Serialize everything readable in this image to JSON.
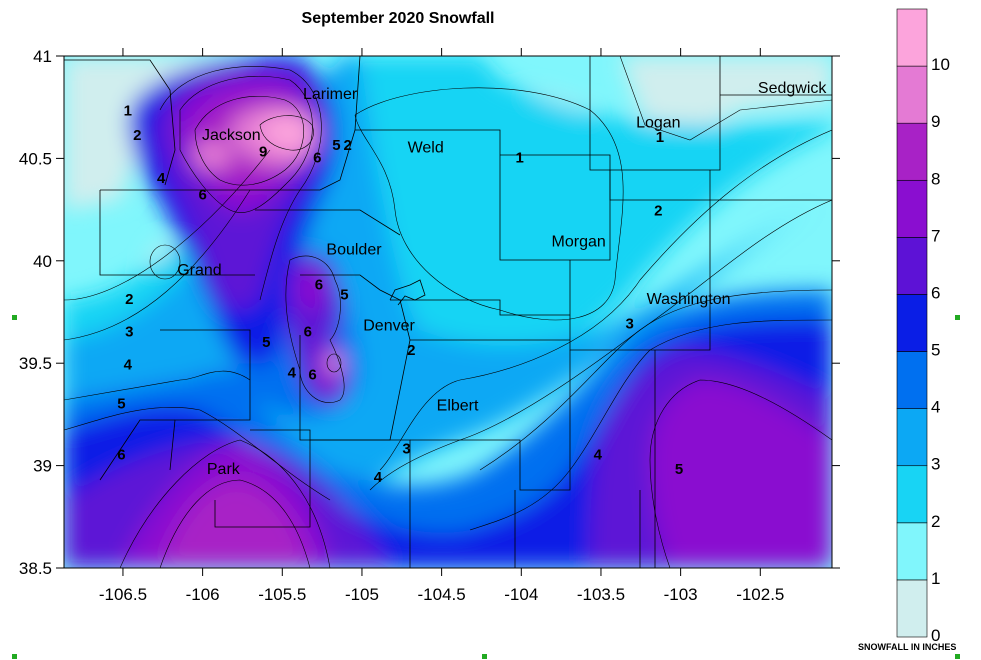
{
  "chart_data": {
    "type": "heatmap",
    "title": "September 2020 Snowfall",
    "xlim": [
      -106.87,
      -102.05
    ],
    "ylim": [
      38.5,
      41.0
    ],
    "x_ticks": [
      "-106.5",
      "-106",
      "-105.5",
      "-105",
      "-104.5",
      "-104",
      "-103.5",
      "-103",
      "-102.5"
    ],
    "x_tick_values": [
      -106.5,
      -106,
      -105.5,
      -105,
      -104.5,
      -104,
      -103.5,
      -103,
      -102.5
    ],
    "y_ticks": [
      "38.5",
      "39",
      "39.5",
      "40",
      "40.5",
      "41"
    ],
    "y_tick_values": [
      38.5,
      39,
      39.5,
      40,
      40.5,
      41
    ],
    "legend": {
      "title": "SNOWFALL IN INCHES",
      "levels": [
        "0",
        "1",
        "2",
        "3",
        "4",
        "5",
        "6",
        "7",
        "8",
        "9",
        "10"
      ],
      "level_values": [
        0,
        1,
        2,
        3,
        4,
        5,
        6,
        7,
        8,
        9,
        10
      ],
      "colors": [
        "#d0eeee",
        "#80f6fc",
        "#18d4f4",
        "#0ca8f4",
        "#0070f0",
        "#0a1ee6",
        "#5d12d6",
        "#8a0ed0",
        "#a822c6",
        "#e47ad4",
        "#fca4dc",
        "#fde2f0"
      ]
    },
    "counties": [
      {
        "name": "Jackson",
        "lon": -105.82,
        "lat": 40.59
      },
      {
        "name": "Larimer",
        "lon": -105.2,
        "lat": 40.79
      },
      {
        "name": "Weld",
        "lon": -104.6,
        "lat": 40.53
      },
      {
        "name": "Logan",
        "lon": -103.14,
        "lat": 40.65
      },
      {
        "name": "Sedgwick",
        "lon": -102.3,
        "lat": 40.82
      },
      {
        "name": "Morgan",
        "lon": -103.64,
        "lat": 40.07
      },
      {
        "name": "Grand",
        "lon": -106.02,
        "lat": 39.93
      },
      {
        "name": "Boulder",
        "lon": -105.05,
        "lat": 40.03
      },
      {
        "name": "Denver",
        "lon": -104.83,
        "lat": 39.66
      },
      {
        "name": "Washington",
        "lon": -102.95,
        "lat": 39.79
      },
      {
        "name": "Elbert",
        "lon": -104.4,
        "lat": 39.27
      },
      {
        "name": "Park",
        "lon": -105.87,
        "lat": 38.96
      }
    ],
    "contour_labels": [
      {
        "text": "1",
        "lon": -106.47,
        "lat": 40.71
      },
      {
        "text": "2",
        "lon": -106.41,
        "lat": 40.59
      },
      {
        "text": "4",
        "lon": -106.26,
        "lat": 40.38
      },
      {
        "text": "6",
        "lon": -106.0,
        "lat": 40.3
      },
      {
        "text": "9",
        "lon": -105.62,
        "lat": 40.51
      },
      {
        "text": "6",
        "lon": -105.28,
        "lat": 40.48
      },
      {
        "text": "5",
        "lon": -105.16,
        "lat": 40.54
      },
      {
        "text": "2",
        "lon": -105.09,
        "lat": 40.54
      },
      {
        "text": "1",
        "lon": -104.01,
        "lat": 40.48
      },
      {
        "text": "1",
        "lon": -103.13,
        "lat": 40.58
      },
      {
        "text": "2",
        "lon": -103.14,
        "lat": 40.22
      },
      {
        "text": "2",
        "lon": -106.46,
        "lat": 39.79
      },
      {
        "text": "3",
        "lon": -106.46,
        "lat": 39.63
      },
      {
        "text": "4",
        "lon": -106.47,
        "lat": 39.47
      },
      {
        "text": "5",
        "lon": -106.51,
        "lat": 39.28
      },
      {
        "text": "6",
        "lon": -106.51,
        "lat": 39.03
      },
      {
        "text": "6",
        "lon": -105.27,
        "lat": 39.86
      },
      {
        "text": "5",
        "lon": -105.11,
        "lat": 39.81
      },
      {
        "text": "6",
        "lon": -105.34,
        "lat": 39.63
      },
      {
        "text": "5",
        "lon": -105.6,
        "lat": 39.58
      },
      {
        "text": "4",
        "lon": -105.44,
        "lat": 39.43
      },
      {
        "text": "6",
        "lon": -105.31,
        "lat": 39.42
      },
      {
        "text": "2",
        "lon": -104.69,
        "lat": 39.54
      },
      {
        "text": "3",
        "lon": -104.72,
        "lat": 39.06
      },
      {
        "text": "4",
        "lon": -104.9,
        "lat": 38.92
      },
      {
        "text": "3",
        "lon": -103.32,
        "lat": 39.67
      },
      {
        "text": "4",
        "lon": -103.52,
        "lat": 39.03
      },
      {
        "text": "5",
        "lon": -103.01,
        "lat": 38.96
      }
    ]
  }
}
